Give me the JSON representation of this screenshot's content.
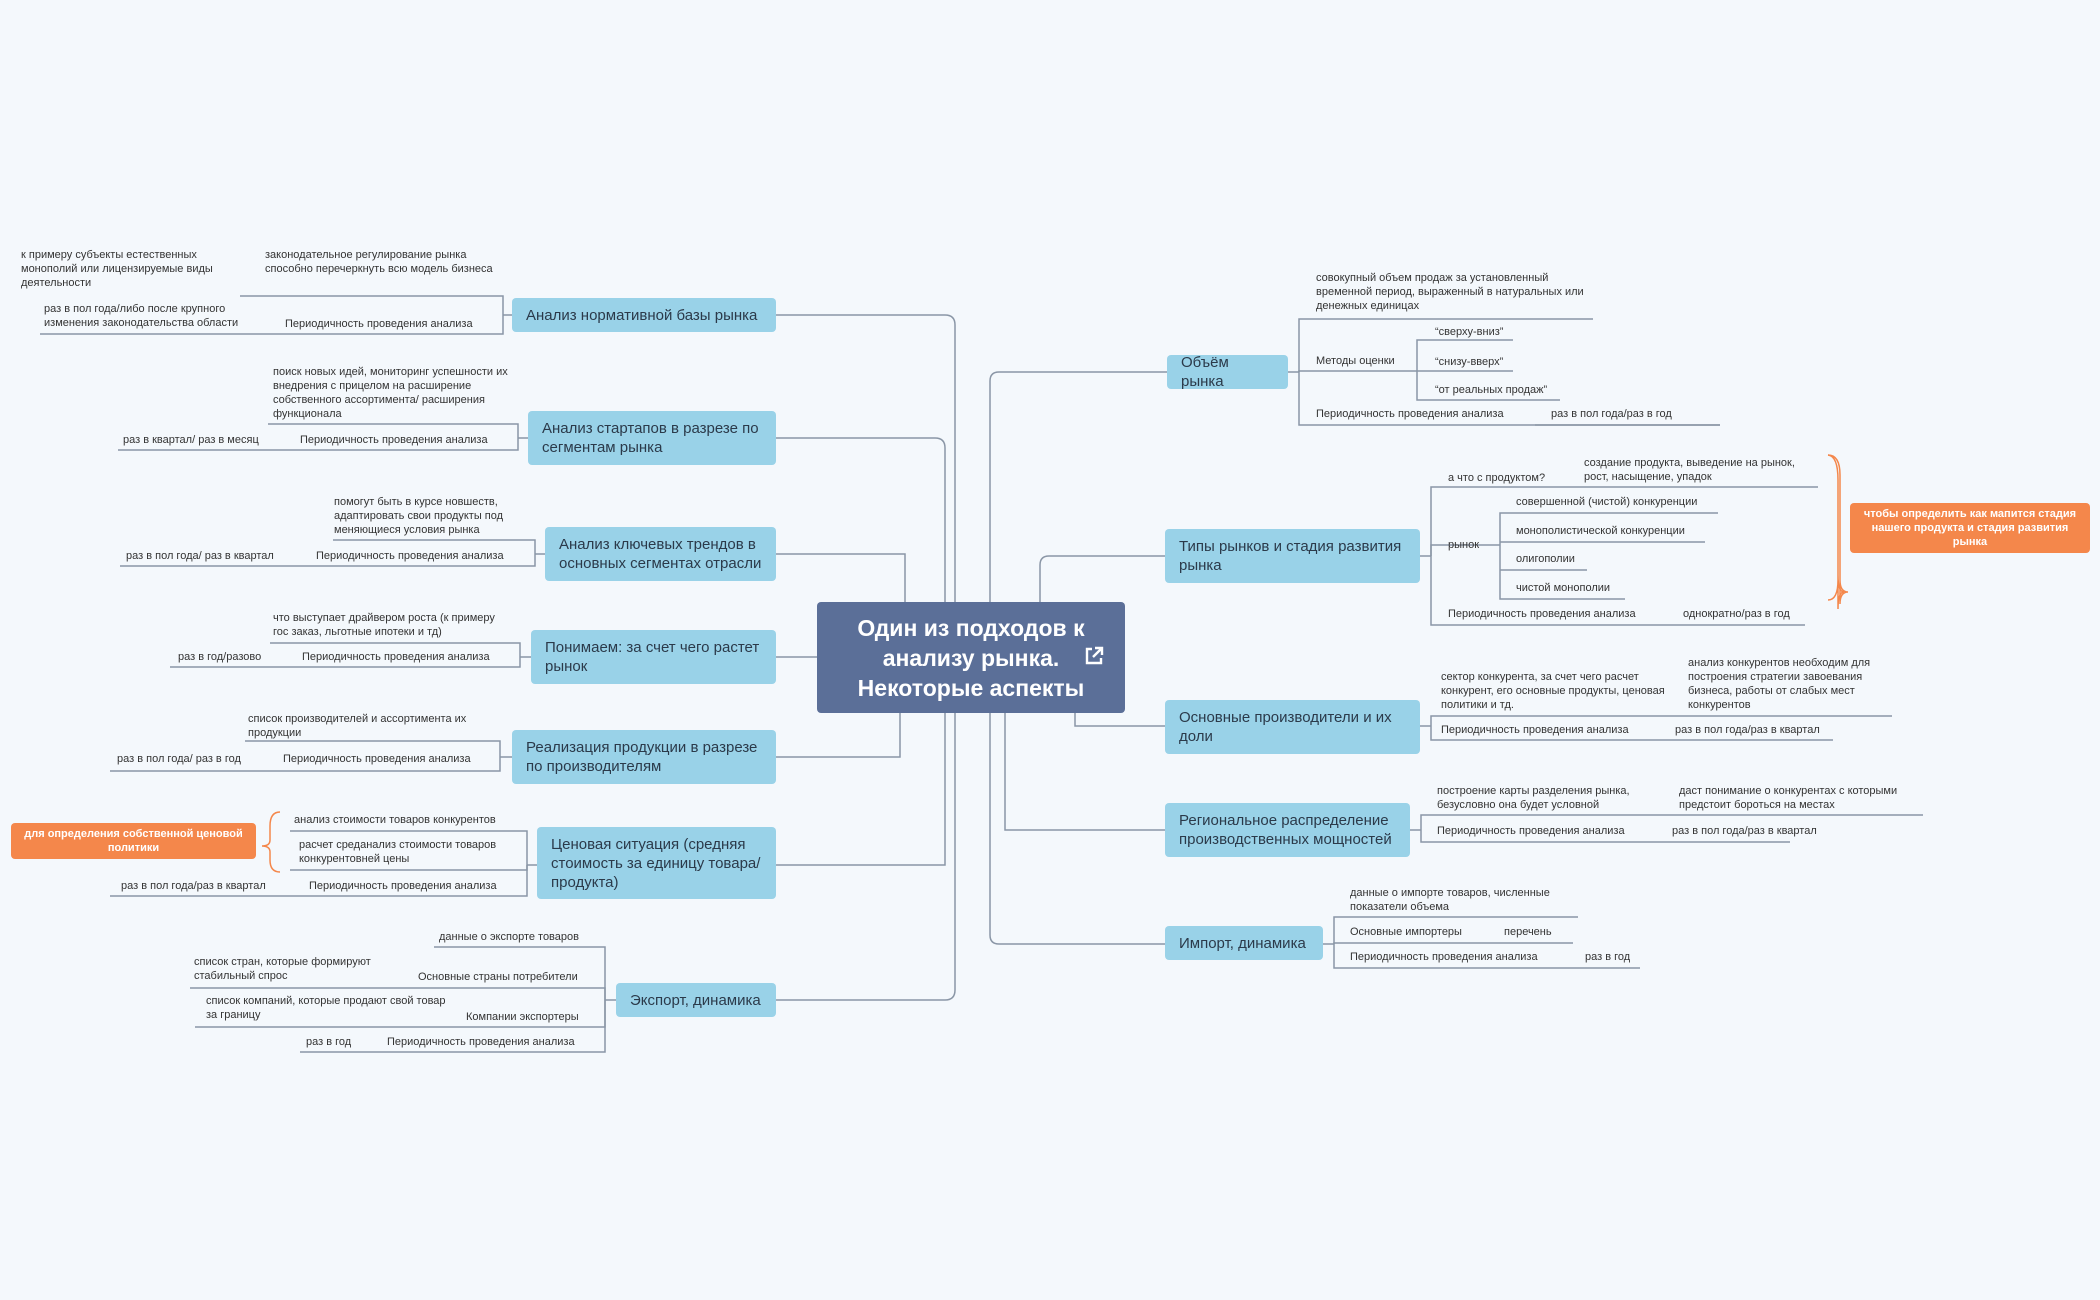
{
  "central": {
    "title": "Один из подходов к анализу рынка. Некоторые аспекты"
  },
  "period": "Периодичность проведения анализа",
  "right": {
    "market_volume": {
      "title": "Объём рынка",
      "definition": "совокупный объем продаж за установленный временной период, выраженный в натуральных или денежных единицах",
      "methods_label": "Методы оценки",
      "methods": [
        "“сверху-вниз”",
        "“снизу-вверх”",
        "“от реальных продаж”"
      ],
      "period_value": "раз в пол года/раз в год"
    },
    "market_types": {
      "title": "Типы рынков и стадия развития рынка",
      "product_q": "а что с продуктом?",
      "product_a": "создание продукта, выведение на рынок, рост, насыщение, упадок",
      "market_label": "рынок",
      "types": [
        "совершенной (чистой) конкуренции",
        "монополистической конкуренции",
        "олигополии",
        "чистой монополии"
      ],
      "period_value": "однократно/раз в год",
      "callout": "чтобы определить как мапится стадия нашего продукта и стадия развития рынка"
    },
    "producers": {
      "title": "Основные производители и их доли",
      "sector": "сектор конкурента, за счет чего расчет конкурент, его основные продукты, ценовая политики и тд.",
      "note": "анализ конкурентов необходим для построения стратегии завоевания бизнеса, работы от слабых мест конкурентов",
      "period_value": "раз в пол года/раз в квартал"
    },
    "regional": {
      "title": "Региональное распределение производственных мощностей",
      "map": "построение карты разделения рынка, безусловно она будет условной",
      "note": "даст понимание о конкурентах с которыми предстоит бороться на местах",
      "period_value": "раз в пол года/раз в квартал"
    },
    "import": {
      "title": "Импорт, динамика",
      "data": "данные о импорте товаров, численные показатели объема",
      "importers_label": "Основные импортеры",
      "importers_value": "перечень",
      "period_value": "раз в год"
    }
  },
  "left": {
    "regulatory": {
      "title": "Анализ нормативной базы рынка",
      "law": "законодательное регулирование рынка способно перечеркнуть всю модель бизнеса",
      "example": "к примеру субъекты естественных монополий или лицензируемые виды деятельности",
      "period_value": "раз в пол года/либо после крупного изменения законодательства области"
    },
    "startups": {
      "title": "Анализ стартапов в разрезе по сегментам рынка",
      "desc": "поиск новых идей, мониторинг успешности их внедрения с прицелом на расширение собственного ассортимента/ расширения функционала",
      "period_value": "раз в квартал/ раз в месяц"
    },
    "trends": {
      "title": "Анализ ключевых трендов в основных сегментах отрасли",
      "desc": "помогут быть в курсе новшеств, адаптировать свои продукты под меняющиеся условия рынка",
      "period_value": "раз в пол года/ раз в квартал"
    },
    "growth": {
      "title": "Понимаем: за счет чего растет рынок",
      "desc": "что выступает драйвером роста (к примеру гос заказ, льготные ипотеки и тд)",
      "period_value": "раз в год/разово"
    },
    "sales": {
      "title": "Реализация продукции в разрезе по производителям",
      "desc": "список производителей и ассортимента их продукции",
      "period_value": "раз в пол года/ раз в год"
    },
    "price": {
      "title": "Ценовая ситуация (средняя стоимость за единицу товара/ продукта)",
      "item1": "анализ стоимости товаров конкурентов",
      "item2": "расчет среданализ стоимости товаров конкурентовней цены",
      "period_value": "раз в пол года/раз в квартал",
      "callout": "для определения собственной ценовой политики"
    },
    "export": {
      "title": "Экспорт, динамика",
      "data": "данные о экспорте товаров",
      "countries_label": "Основные страны потребители",
      "countries_value": "список стран, которые формируют стабильный спрос",
      "companies_label": "Компании экспортеры",
      "companies_value": "список компаний, которые продают свой товар за границу",
      "period_value": "раз в год"
    }
  }
}
